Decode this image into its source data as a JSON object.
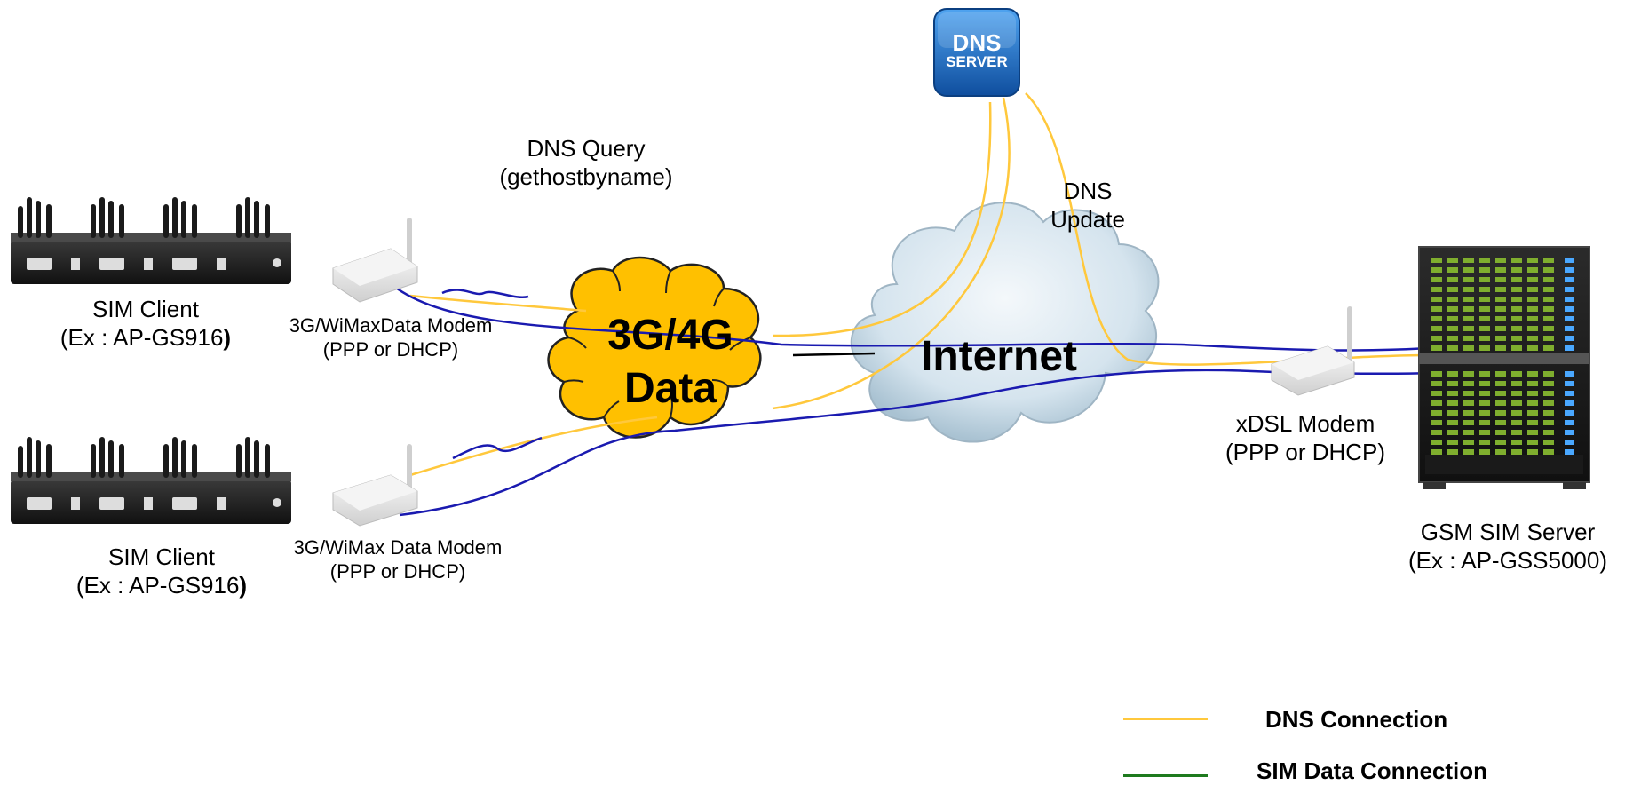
{
  "dns_server": {
    "line1": "DNS",
    "line2": "SERVER"
  },
  "labels": {
    "dns_query_1": "DNS Query",
    "dns_query_2": "(gethostbyname)",
    "dns_update_1": "DNS",
    "dns_update_2": "Update",
    "client1_name": "SIM Client",
    "client1_model_prefix": "(Ex : AP-GS916",
    "client1_model_suffix": ")",
    "client2_name": "SIM Client",
    "client2_model_prefix": "(Ex : AP-GS916",
    "client2_model_suffix": ")",
    "modem1_line1": "3G/WiMaxData Modem",
    "modem1_line2": "(PPP or DHCP)",
    "modem2_line1": "3G/WiMax Data  Modem",
    "modem2_line2": "(PPP or DHCP)",
    "cloud_3g_1": "3G/4G",
    "cloud_3g_2": "Data",
    "cloud_internet": "Internet",
    "xdsl_1": "xDSL  Modem",
    "xdsl_2": "(PPP or DHCP)",
    "server_1": "GSM SIM Server",
    "server_2": "(Ex : AP-GSS5000)"
  },
  "legend": [
    {
      "label": "DNS Connection",
      "color": "#FFC83C"
    },
    {
      "label": "SIM Data Connection",
      "color": "#1E7A1E"
    }
  ],
  "colors": {
    "dns_line": "#FFC83C",
    "data_line": "#1A1AB0",
    "cloud_3g_fill": "#FFC000",
    "cloud_internet_fill": "#DDEAF2",
    "dns_box": "#1E6FC8"
  }
}
